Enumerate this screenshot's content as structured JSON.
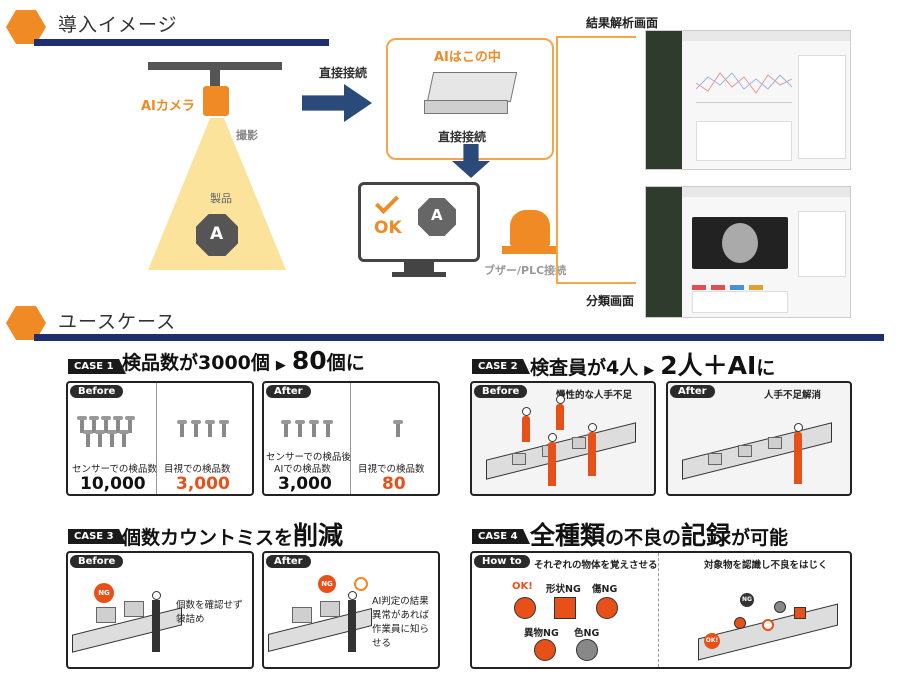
{
  "section1": {
    "title": "導入イメージ"
  },
  "section2": {
    "title": "ユースケース"
  },
  "diagram": {
    "camera_label": "AIカメラ",
    "shooting_label": "撮影",
    "product_label": "製品",
    "product_letter": "A",
    "direct1": "直接接続",
    "ai_box_title": "AIはこの中",
    "direct2": "直接接続",
    "ok_label": "OK",
    "ok_letter": "A",
    "buzzer_label": "ブザー/PLC接続",
    "result_screen_label": "結果解析画面",
    "classify_screen_label": "分類画面"
  },
  "case1": {
    "tag": "CASE 1",
    "head_a": "検品数が3000個",
    "head_b": "80",
    "head_c": "個に",
    "before": "Before",
    "after": "After",
    "b_left_label": "センサーでの検品数",
    "b_left_num": "10,000",
    "b_right_label": "目視での検品数",
    "b_right_num": "3,000",
    "a_left_label1": "センサーでの検品後",
    "a_left_label2": "AIでの検品数",
    "a_left_num": "3,000",
    "a_right_label": "目視での検品数",
    "a_right_num": "80"
  },
  "case2": {
    "tag": "CASE 2",
    "head_a": "検査員が",
    "head_b": "4人",
    "head_c": "2人＋AI",
    "head_d": "に",
    "before": "Before",
    "after": "After",
    "before_note": "慢性的な人手不足",
    "after_note": "人手不足解消"
  },
  "case3": {
    "tag": "CASE 3",
    "head_a": "個数カウントミスを",
    "head_b": "削減",
    "before": "Before",
    "after": "After",
    "ng": "NG",
    "before_note1": "個数を確認せず",
    "before_note2": "袋詰め",
    "after_note1": "AI判定の結果",
    "after_note2": "異常があれば",
    "after_note3": "作業員に知らせる"
  },
  "case4": {
    "tag": "CASE 4",
    "head_a": "全種類",
    "head_b": "の不良の",
    "head_c": "記録",
    "head_d": "が可能",
    "howto": "How to",
    "howto_note": "それぞれの物体を覚えさせる",
    "right_note": "対象物を認識し不良をはじく",
    "ok": "OK!",
    "shape_ng": "形状NG",
    "scratch_ng": "傷NG",
    "foreign_ng": "異物NG",
    "color_ng": "色NG",
    "ng": "NG"
  },
  "colors": {
    "orange": "#f08a24",
    "navy": "#1e2f6e",
    "red": "#e8501a"
  }
}
